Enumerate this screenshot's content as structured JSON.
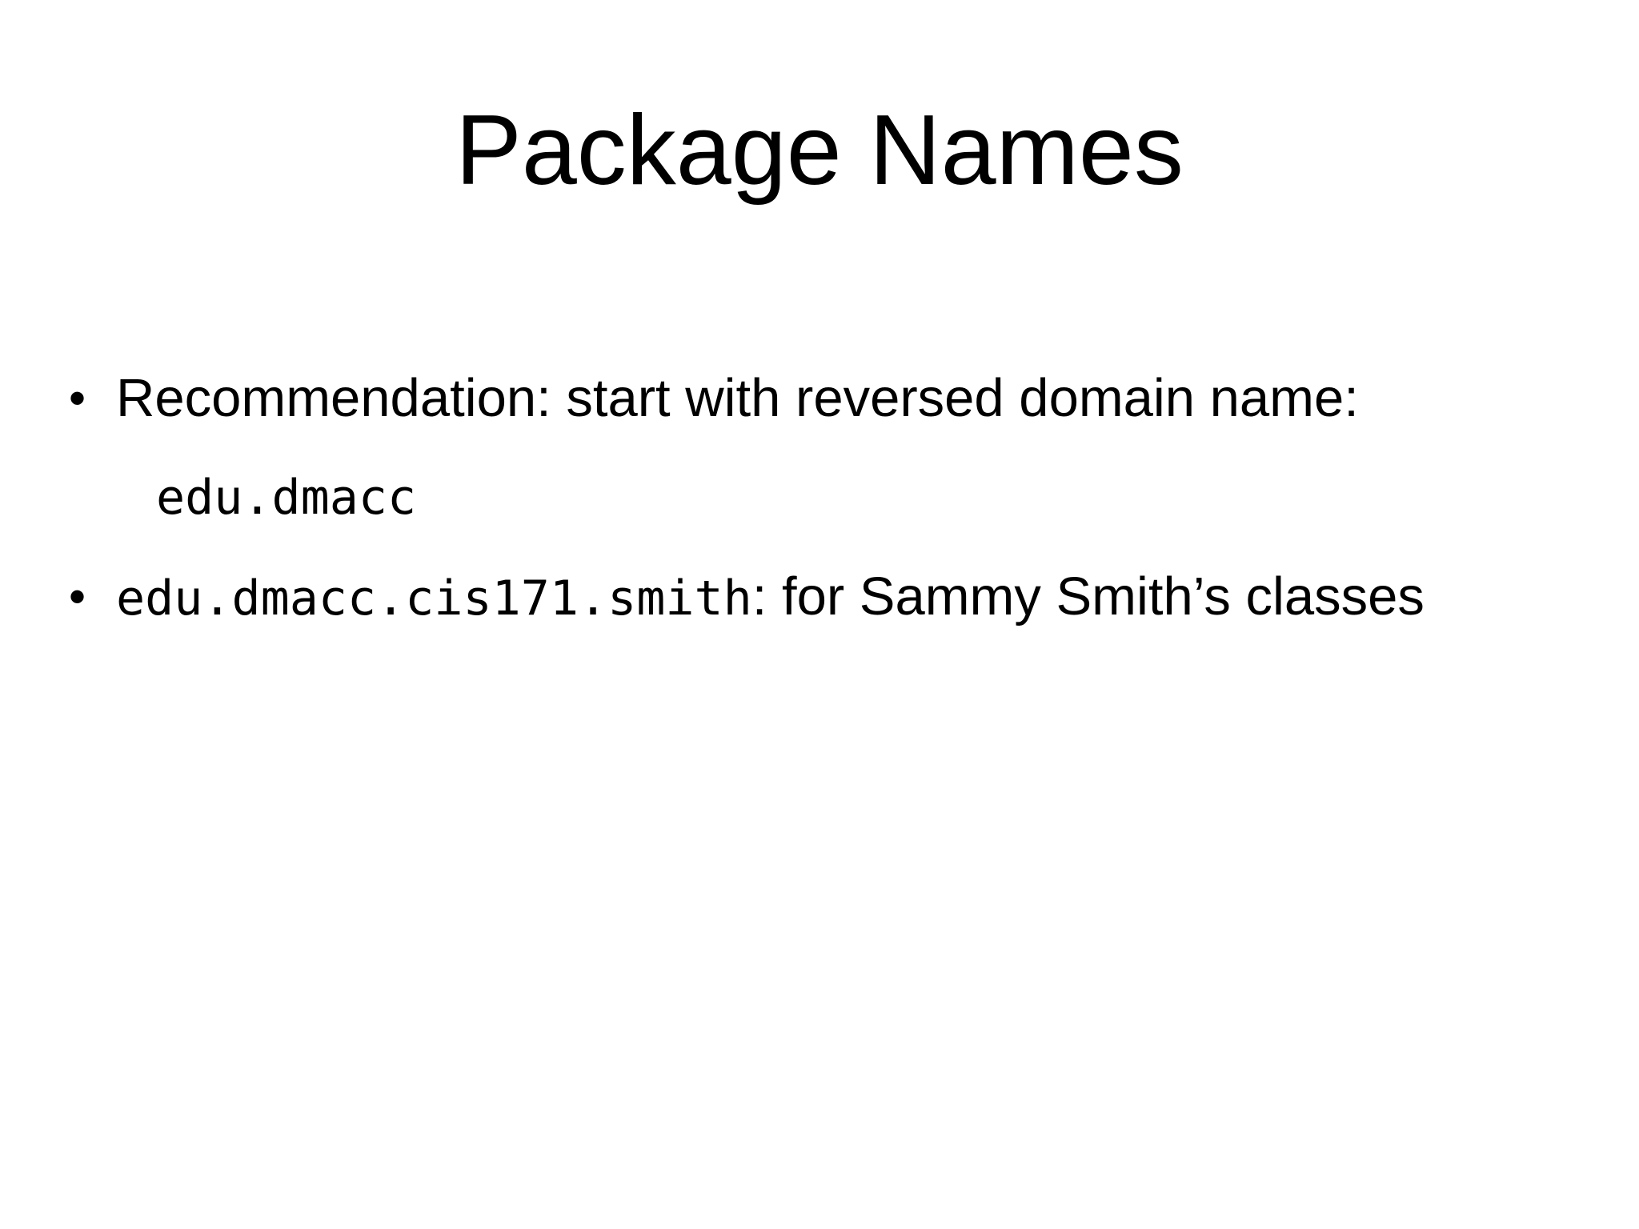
{
  "slide": {
    "title": "Package Names",
    "bullets": [
      {
        "glyph": "•",
        "text": "Recommendation: start with reversed domain name:",
        "sub_code": "edu.dmacc"
      },
      {
        "glyph": "•",
        "code": "edu.dmacc.cis171.smith",
        "text": ": for Sammy Smith’s classes"
      }
    ]
  },
  "colors": {
    "background": "#ffffff",
    "text": "#000000"
  }
}
